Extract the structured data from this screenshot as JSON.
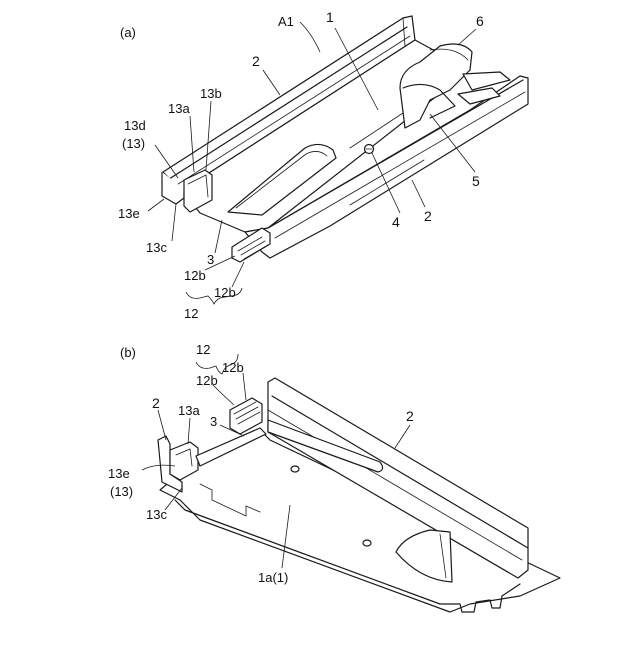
{
  "figure_a": {
    "label": "(a)",
    "callouts": {
      "a1": "A1",
      "n1": "1",
      "n2_top": "2",
      "n2_right": "2",
      "n3": "3",
      "n4": "4",
      "n5": "5",
      "n6": "6",
      "n13a": "13a",
      "n13b": "13b",
      "n13d": "13d",
      "n13_paren": "(13)",
      "n13e": "13e",
      "n13c": "13c",
      "n12b_1": "12b",
      "n12b_2": "12b",
      "n12": "12"
    }
  },
  "figure_b": {
    "label": "(b)",
    "callouts": {
      "n12": "12",
      "n12b_1": "12b",
      "n12b_2": "12b",
      "n2_left": "2",
      "n2_right": "2",
      "n13a": "13a",
      "n3": "3",
      "n13e": "13e",
      "n13_paren": "(13)",
      "n13c": "13c",
      "n1a": "1a(1)"
    }
  }
}
